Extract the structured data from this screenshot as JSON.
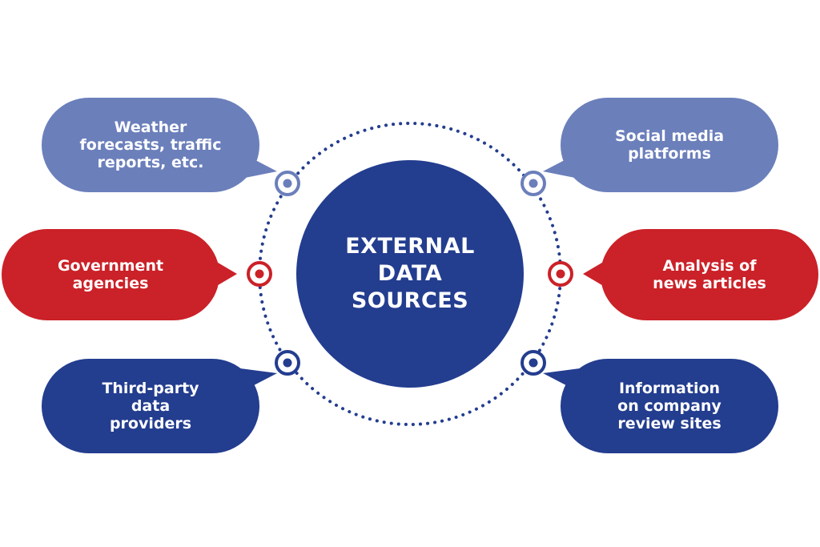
{
  "center": {
    "text": "EXTERNAL\nDATA\nSOURCES"
  },
  "sources": [
    {
      "id": "weather",
      "text": "Weather\nforecasts, traffic\nreports, etc."
    },
    {
      "id": "social",
      "text": "Social media\nplatforms"
    },
    {
      "id": "government",
      "text": "Government\nagencies"
    },
    {
      "id": "news",
      "text": "Analysis of\nnews articles"
    },
    {
      "id": "third-party",
      "text": "Third-party\ndata\nproviders"
    },
    {
      "id": "reviews",
      "text": "Information\non company\nreview sites"
    }
  ],
  "colors": {
    "light_blue": "#6b7fbb",
    "red": "#cb2128",
    "dark_blue": "#233d8f",
    "center": "#233d8f",
    "dotted_ring": "#233d8f"
  }
}
